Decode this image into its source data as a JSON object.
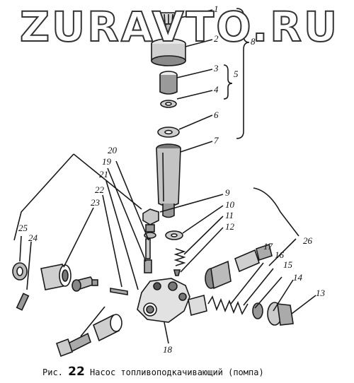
{
  "watermark": "ZURAVTO.RU",
  "caption": {
    "prefix": "Рис.",
    "number": "22",
    "title": "Насос топливоподкачивающий (помпа)"
  },
  "callouts": [
    "1",
    "2",
    "3",
    "4",
    "5",
    "6",
    "7",
    "8",
    "9",
    "10",
    "11",
    "12",
    "13",
    "14",
    "15",
    "16",
    "17",
    "18",
    "19",
    "20",
    "21",
    "22",
    "23",
    "24",
    "25",
    "26"
  ]
}
